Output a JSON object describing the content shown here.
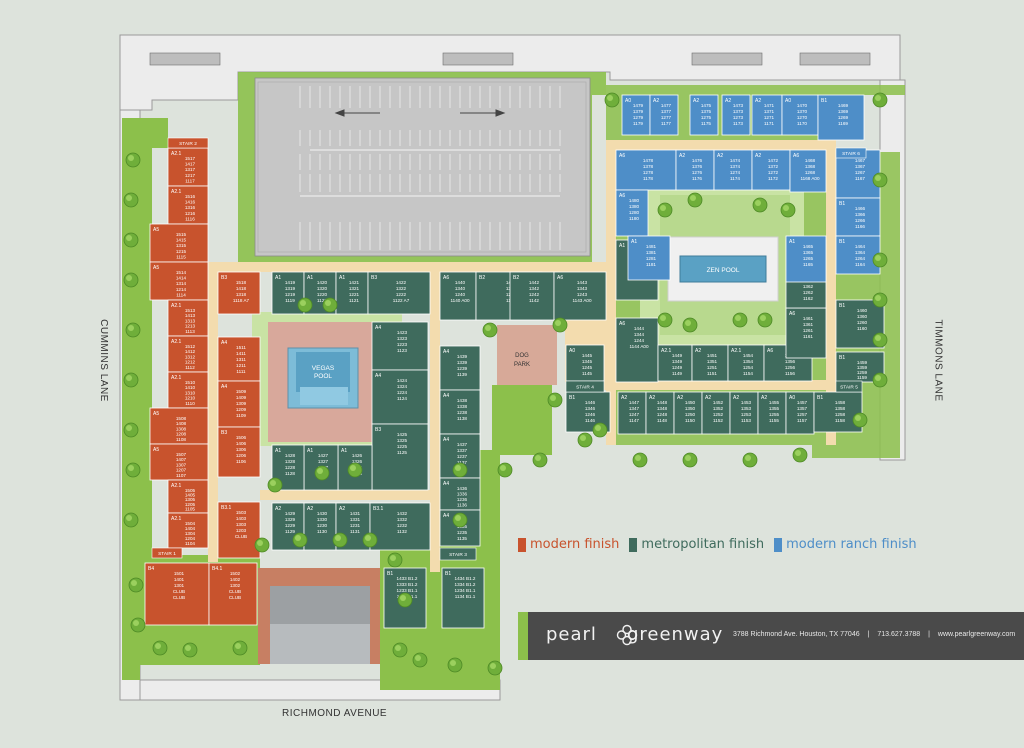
{
  "streets": {
    "left": "CUMMINS LANE",
    "right": "TIMMONS LANE",
    "bottom": "RICHMOND AVENUE"
  },
  "amenities": {
    "vegas_pool": [
      "VEGAS",
      "POOL"
    ],
    "zen_pool": "ZEN POOL",
    "dog_park": [
      "DOG",
      "PARK"
    ]
  },
  "stairs": [
    "STAIR 1",
    "STAIR 2",
    "STAIR 3",
    "STAIR 4",
    "STAIR 5",
    "STAIR 6"
  ],
  "legend": [
    {
      "label": "modern finish",
      "color": "#c8532d"
    },
    {
      "label": "metropolitan finish",
      "color": "#3f6b5d"
    },
    {
      "label": "modern ranch finish",
      "color": "#4e8ec8"
    }
  ],
  "brand": {
    "name_left": "pearl",
    "name_right": "greenway",
    "address": "3788 Richmond Ave. Houston, TX 77046",
    "phone": "713.627.3788",
    "website": "www.pearlgreenway.com",
    "separator": "|"
  },
  "colors": {
    "modern": "#c8532d",
    "metropolitan": "#3f6b5d",
    "ranch": "#4e8ec8",
    "lawn": "#8cc04b",
    "path": "#f3dcae",
    "parking": "#c6c6c6",
    "background": "#dde3dc"
  },
  "units": [
    {
      "id": "A2.1",
      "t": "m",
      "l": [
        "1517",
        "1417",
        "1317",
        "1217",
        "1117"
      ]
    },
    {
      "id": "A2.1",
      "t": "m",
      "l": [
        "1516",
        "1416",
        "1316",
        "1216",
        "1116"
      ]
    },
    {
      "id": "A5",
      "t": "m",
      "l": [
        "1515",
        "1415",
        "1315",
        "1215",
        "1115"
      ]
    },
    {
      "id": "A5",
      "t": "m",
      "l": [
        "1514",
        "1414",
        "1314",
        "1214",
        "1114"
      ]
    },
    {
      "id": "A2.1",
      "t": "m",
      "l": [
        "1513",
        "1413",
        "1313",
        "1213",
        "1113"
      ]
    },
    {
      "id": "A2.1",
      "t": "m",
      "l": [
        "1512",
        "1412",
        "1312",
        "1212",
        "1112"
      ]
    },
    {
      "id": "A2.1",
      "t": "m",
      "l": [
        "1510",
        "1410",
        "1310",
        "1210",
        "1110"
      ]
    },
    {
      "id": "A5",
      "t": "m",
      "l": [
        "1508",
        "1408",
        "1308",
        "1208",
        "1108"
      ]
    },
    {
      "id": "A5",
      "t": "m",
      "l": [
        "1507",
        "1407",
        "1307",
        "1207",
        "1107"
      ]
    },
    {
      "id": "A2.1",
      "t": "m",
      "l": [
        "1505",
        "1405",
        "1305",
        "1205",
        "1105"
      ]
    },
    {
      "id": "A2.1",
      "t": "m",
      "l": [
        "1504",
        "1404",
        "1304",
        "1204",
        "1104"
      ]
    },
    {
      "id": "B4",
      "t": "m",
      "l": [
        "1501",
        "1401",
        "1301",
        "CLUB",
        "CLUB"
      ]
    },
    {
      "id": "B4.1",
      "t": "m",
      "l": [
        "1502",
        "1402",
        "1302",
        "CLUB",
        "CLUB"
      ]
    },
    {
      "id": "B3",
      "t": "m",
      "l": [
        "1518",
        "1418",
        "1318",
        "1118 A7"
      ]
    },
    {
      "id": "A4",
      "t": "m",
      "l": [
        "1511",
        "1411",
        "1311",
        "1211",
        "1111"
      ]
    },
    {
      "id": "A4",
      "t": "m",
      "l": [
        "1509",
        "1409",
        "1309",
        "1209",
        "1109"
      ]
    },
    {
      "id": "B3",
      "t": "m",
      "l": [
        "1506",
        "1406",
        "1306",
        "1206",
        "1106"
      ]
    },
    {
      "id": "B3.1",
      "t": "m",
      "l": [
        "1503",
        "1403",
        "1303",
        "1203",
        "CLUB"
      ]
    },
    {
      "id": "A1",
      "t": "g",
      "l": [
        "1419",
        "1319",
        "1219",
        "1119"
      ]
    },
    {
      "id": "A1",
      "t": "g",
      "l": [
        "1420",
        "1320",
        "1220",
        "1120"
      ]
    },
    {
      "id": "A1",
      "t": "g",
      "l": [
        "1421",
        "1321",
        "1221",
        "1121"
      ]
    },
    {
      "id": "B3",
      "t": "g",
      "l": [
        "1422",
        "1322",
        "1222",
        "1122 A7"
      ]
    },
    {
      "id": "A4",
      "t": "g",
      "l": [
        "1423",
        "1323",
        "1223",
        "1123"
      ]
    },
    {
      "id": "A4",
      "t": "g",
      "l": [
        "1424",
        "1324",
        "1224",
        "1124"
      ]
    },
    {
      "id": "B3",
      "t": "g",
      "l": [
        "1425",
        "1325",
        "1225",
        "1125"
      ]
    },
    {
      "id": "A1",
      "t": "g",
      "l": [
        "1426",
        "1326",
        "1226",
        "1126"
      ]
    },
    {
      "id": "A1",
      "t": "g",
      "l": [
        "1427",
        "1327",
        "1227",
        "1127"
      ]
    },
    {
      "id": "A1",
      "t": "g",
      "l": [
        "1428",
        "1328",
        "1228",
        "1128"
      ]
    },
    {
      "id": "A2",
      "t": "g",
      "l": [
        "1429",
        "1329",
        "1229",
        "1129"
      ]
    },
    {
      "id": "A2",
      "t": "g",
      "l": [
        "1430",
        "1330",
        "1230",
        "1130"
      ]
    },
    {
      "id": "A2",
      "t": "g",
      "l": [
        "1431",
        "1331",
        "1231",
        "1131"
      ]
    },
    {
      "id": "B3.1",
      "t": "g",
      "l": [
        "1432",
        "1332",
        "1232",
        "1132"
      ]
    },
    {
      "id": "B1",
      "t": "g",
      "l": [
        "1433 B1.2",
        "1333 B1.2",
        "1233 B1.1",
        "1133 B1.1"
      ]
    },
    {
      "id": "B1",
      "t": "g",
      "l": [
        "1434 B1.2",
        "1334 B1.2",
        "1234 B1.1",
        "1134 B1.1"
      ]
    },
    {
      "id": "A6",
      "t": "g",
      "l": [
        "1440",
        "1340",
        "1240",
        "1140 A00"
      ]
    },
    {
      "id": "B2",
      "t": "g",
      "l": [
        "1441",
        "1341",
        "1241",
        "1141"
      ]
    },
    {
      "id": "B2",
      "t": "g",
      "l": [
        "1442",
        "1342",
        "1242",
        "1142"
      ]
    },
    {
      "id": "A6",
      "t": "g",
      "l": [
        "1443",
        "1343",
        "1243",
        "1143 A00"
      ]
    },
    {
      "id": "A4",
      "t": "g",
      "l": [
        "1439",
        "1339",
        "1239",
        "1139"
      ]
    },
    {
      "id": "A4",
      "t": "g",
      "l": [
        "1438",
        "1338",
        "1238",
        "1138"
      ]
    },
    {
      "id": "A4",
      "t": "g",
      "l": [
        "1437",
        "1337",
        "1237",
        "1137"
      ]
    },
    {
      "id": "A4",
      "t": "g",
      "l": [
        "1436",
        "1336",
        "1236",
        "1136"
      ]
    },
    {
      "id": "A4",
      "t": "g",
      "l": [
        "1435",
        "1335",
        "1235",
        "1135"
      ]
    },
    {
      "id": "A0",
      "t": "g",
      "l": [
        "1445",
        "1345",
        "1245",
        "1145"
      ]
    },
    {
      "id": "B1",
      "t": "g",
      "l": [
        "1446",
        "1346",
        "1246",
        "1146"
      ]
    },
    {
      "id": "A2",
      "t": "g",
      "l": [
        "1447",
        "1347",
        "1247",
        "1147"
      ]
    },
    {
      "id": "A2",
      "t": "g",
      "l": [
        "1448",
        "1348",
        "1248",
        "1148"
      ]
    },
    {
      "id": "A2",
      "t": "g",
      "l": [
        "1450",
        "1350",
        "1250",
        "1150"
      ]
    },
    {
      "id": "A2",
      "t": "g",
      "l": [
        "1452",
        "1352",
        "1252",
        "1152"
      ]
    },
    {
      "id": "A2",
      "t": "g",
      "l": [
        "1453",
        "1353",
        "1253",
        "1153"
      ]
    },
    {
      "id": "A2",
      "t": "g",
      "l": [
        "1455",
        "1355",
        "1255",
        "1155"
      ]
    },
    {
      "id": "A0",
      "t": "g",
      "l": [
        "1457",
        "1357",
        "1257",
        "1157"
      ]
    },
    {
      "id": "B1",
      "t": "g",
      "l": [
        "1458",
        "1358",
        "1258",
        "1158"
      ]
    },
    {
      "id": "A6",
      "t": "g",
      "l": [
        "1444",
        "1344",
        "1244",
        "1144 A00"
      ]
    },
    {
      "id": "A2.1",
      "t": "g",
      "l": [
        "1449",
        "1349",
        "1249",
        "1149"
      ]
    },
    {
      "id": "A2",
      "t": "g",
      "l": [
        "1451",
        "1351",
        "1251",
        "1151"
      ]
    },
    {
      "id": "A2.1",
      "t": "g",
      "l": [
        "1454",
        "1354",
        "1254",
        "1154"
      ]
    },
    {
      "id": "A6",
      "t": "g",
      "l": [
        "1456",
        "1356",
        "1256",
        "1156"
      ]
    },
    {
      "id": "A6",
      "t": "g",
      "l": [
        "1461",
        "1361",
        "1261",
        "1161"
      ]
    },
    {
      "id": "A1",
      "t": "g",
      "l": [
        "1462",
        "1362",
        "1262",
        "1162"
      ]
    },
    {
      "id": "A1",
      "t": "g",
      "l": [
        "1463",
        "1363",
        "1263",
        "1163"
      ]
    },
    {
      "id": "A1",
      "t": "g",
      "l": [
        "1482",
        "1382",
        "1282",
        "1182"
      ]
    },
    {
      "id": "B1",
      "t": "g",
      "l": [
        "1460",
        "1360",
        "1260",
        "1160"
      ]
    },
    {
      "id": "B1",
      "t": "g",
      "l": [
        "1459",
        "1359",
        "1259",
        "1159"
      ]
    },
    {
      "id": "A0",
      "t": "b",
      "l": [
        "1479",
        "1379",
        "1279",
        "1179"
      ]
    },
    {
      "id": "A2",
      "t": "b",
      "l": [
        "1477",
        "1377",
        "1277",
        "1177"
      ]
    },
    {
      "id": "A2",
      "t": "b",
      "l": [
        "1475",
        "1375",
        "1275",
        "1175"
      ]
    },
    {
      "id": "A2",
      "t": "b",
      "l": [
        "1473",
        "1373",
        "1273",
        "1173"
      ]
    },
    {
      "id": "A2",
      "t": "b",
      "l": [
        "1471",
        "1371",
        "1271",
        "1171"
      ]
    },
    {
      "id": "A0",
      "t": "b",
      "l": [
        "1470",
        "1370",
        "1270",
        "1170"
      ]
    },
    {
      "id": "B1",
      "t": "b",
      "l": [
        "1469",
        "1369",
        "1269",
        "1169"
      ]
    },
    {
      "id": "A6",
      "t": "b",
      "l": [
        "1478",
        "1378",
        "1278",
        "1178"
      ]
    },
    {
      "id": "A2",
      "t": "b",
      "l": [
        "1476",
        "1376",
        "1276",
        "1176"
      ]
    },
    {
      "id": "A2",
      "t": "b",
      "l": [
        "1474",
        "1374",
        "1274",
        "1174"
      ]
    },
    {
      "id": "A2",
      "t": "b",
      "l": [
        "1472",
        "1372",
        "1272",
        "1172"
      ]
    },
    {
      "id": "A6",
      "t": "b",
      "l": [
        "1468",
        "1368",
        "1268",
        "1168 A00"
      ]
    },
    {
      "id": "A6",
      "t": "b",
      "l": [
        "1480",
        "1380",
        "1280",
        "1180"
      ]
    },
    {
      "id": "B1",
      "t": "b",
      "l": [
        "1467",
        "1367",
        "1267",
        "1167"
      ]
    },
    {
      "id": "B1",
      "t": "b",
      "l": [
        "1466",
        "1366",
        "1266",
        "1166"
      ]
    },
    {
      "id": "B1",
      "t": "b",
      "l": [
        "1464",
        "1364",
        "1264",
        "1164"
      ]
    },
    {
      "id": "A1",
      "t": "b",
      "l": [
        "1481",
        "1381",
        "1281",
        "1181"
      ]
    },
    {
      "id": "A1",
      "t": "b",
      "l": [
        "1465",
        "1365",
        "1265",
        "1165"
      ]
    }
  ]
}
